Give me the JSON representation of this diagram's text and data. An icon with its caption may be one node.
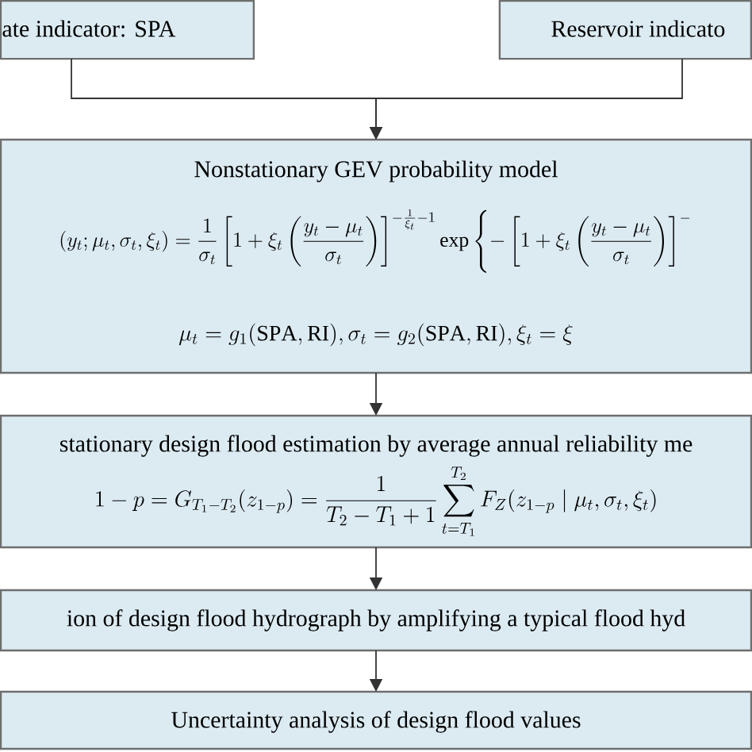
{
  "diagram": {
    "nodes": [
      {
        "text": [
          "ate indicator: SPA"
        ]
      },
      {
        "text": [
          "Reservoir indicato"
        ]
      },
      {
        "text": [
          "Nonstationary GEV probability model",
          "\\left(y_t;\\mu_t,\\sigma_t,\\xi_t\\right)=\\frac{1}{\\sigma_t}\\left[1+\\xi_t\\left(\\frac{y_t-\\mu_t}{\\sigma_t}\\right)\\right]^{-\\frac{1}{\\xi_t}-1}\\exp\\left\\{-\\left[1+\\xi_t\\left(\\frac{y_t-\\mu_t}{\\sigma_t}\\right)\\right]^{-}\\right.",
          "\\mu_t=g_1(\\mathrm{SPA},\\mathrm{RI}),\\sigma_t=g_2(\\mathrm{SPA},\\mathrm{RI}),\\xi_t=\\xi"
        ]
      },
      {
        "text": [
          "stationary design flood estimation by average annual reliability me",
          "1-p=G_{T_1-T_2}(z_{1-p})=\\frac{1}{T_2-T_1+1}\\sum_{t=T_1}^{T_2}F_Z(z_{1-p}\\mid\\mu_t,\\sigma_t,\\xi_t)"
        ]
      },
      {
        "text": [
          "ion of design flood hydrograph by amplifying a typical flood hyd"
        ]
      },
      {
        "text": [
          "Uncertainty analysis of design flood values"
        ]
      }
    ],
    "edges": [
      {
        "from": 0,
        "to": 2,
        "arrow": "to"
      },
      {
        "from": 1,
        "to": 2,
        "arrow": "to"
      },
      {
        "from": 2,
        "to": 3,
        "arrow": "to"
      },
      {
        "from": 3,
        "to": 4,
        "arrow": "to"
      },
      {
        "from": 4,
        "to": 5,
        "arrow": "to"
      }
    ]
  }
}
